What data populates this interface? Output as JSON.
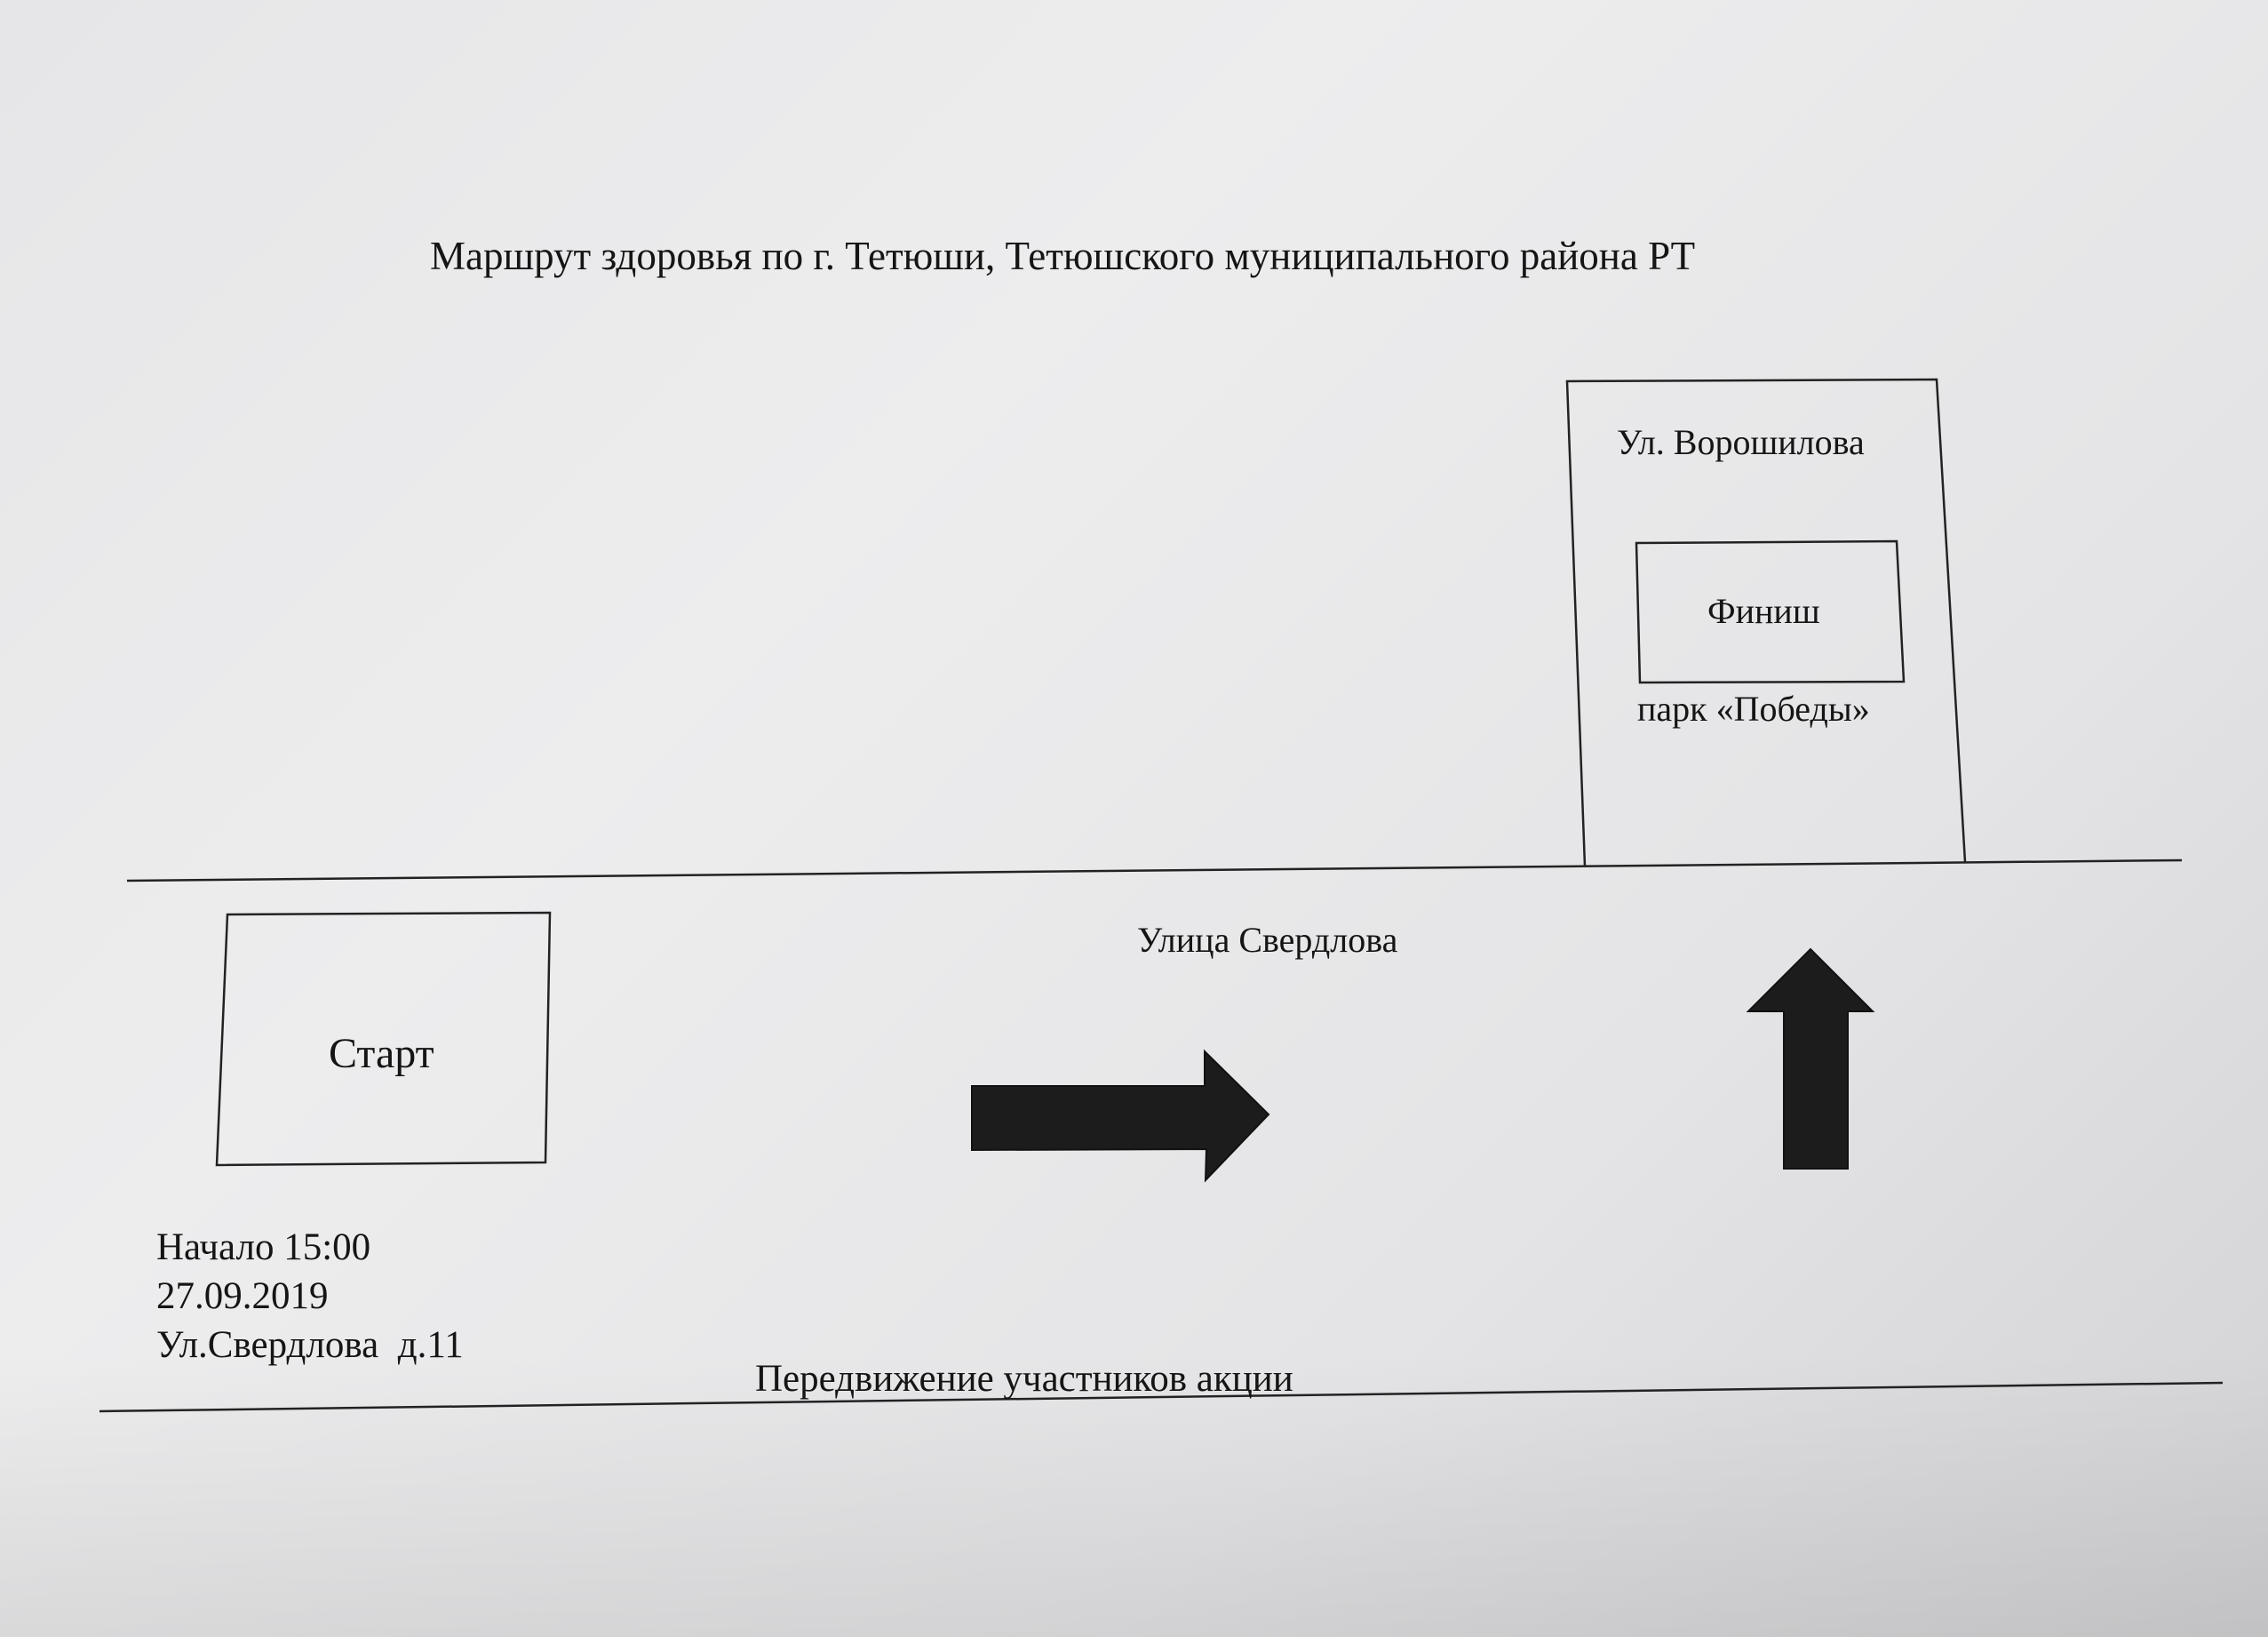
{
  "diagram": {
    "title": "Маршрут здоровья по г. Тетюши, Тетюшского муниципального района РТ",
    "street_top": "Ул. Ворошилова",
    "finish_label": "Финиш",
    "park_label": "парк «Победы»",
    "street_main": "Улица Свердлова",
    "start_label": "Старт",
    "start_info": {
      "time": "Начало 15:00",
      "date": "27.09.2019",
      "address": "Ул.Свердлова  д.11"
    },
    "movement_label": "Передвижение участников акции"
  },
  "colors": {
    "paper": "#ececed",
    "ink": "#151515",
    "arrow": "#1c1c1c"
  }
}
